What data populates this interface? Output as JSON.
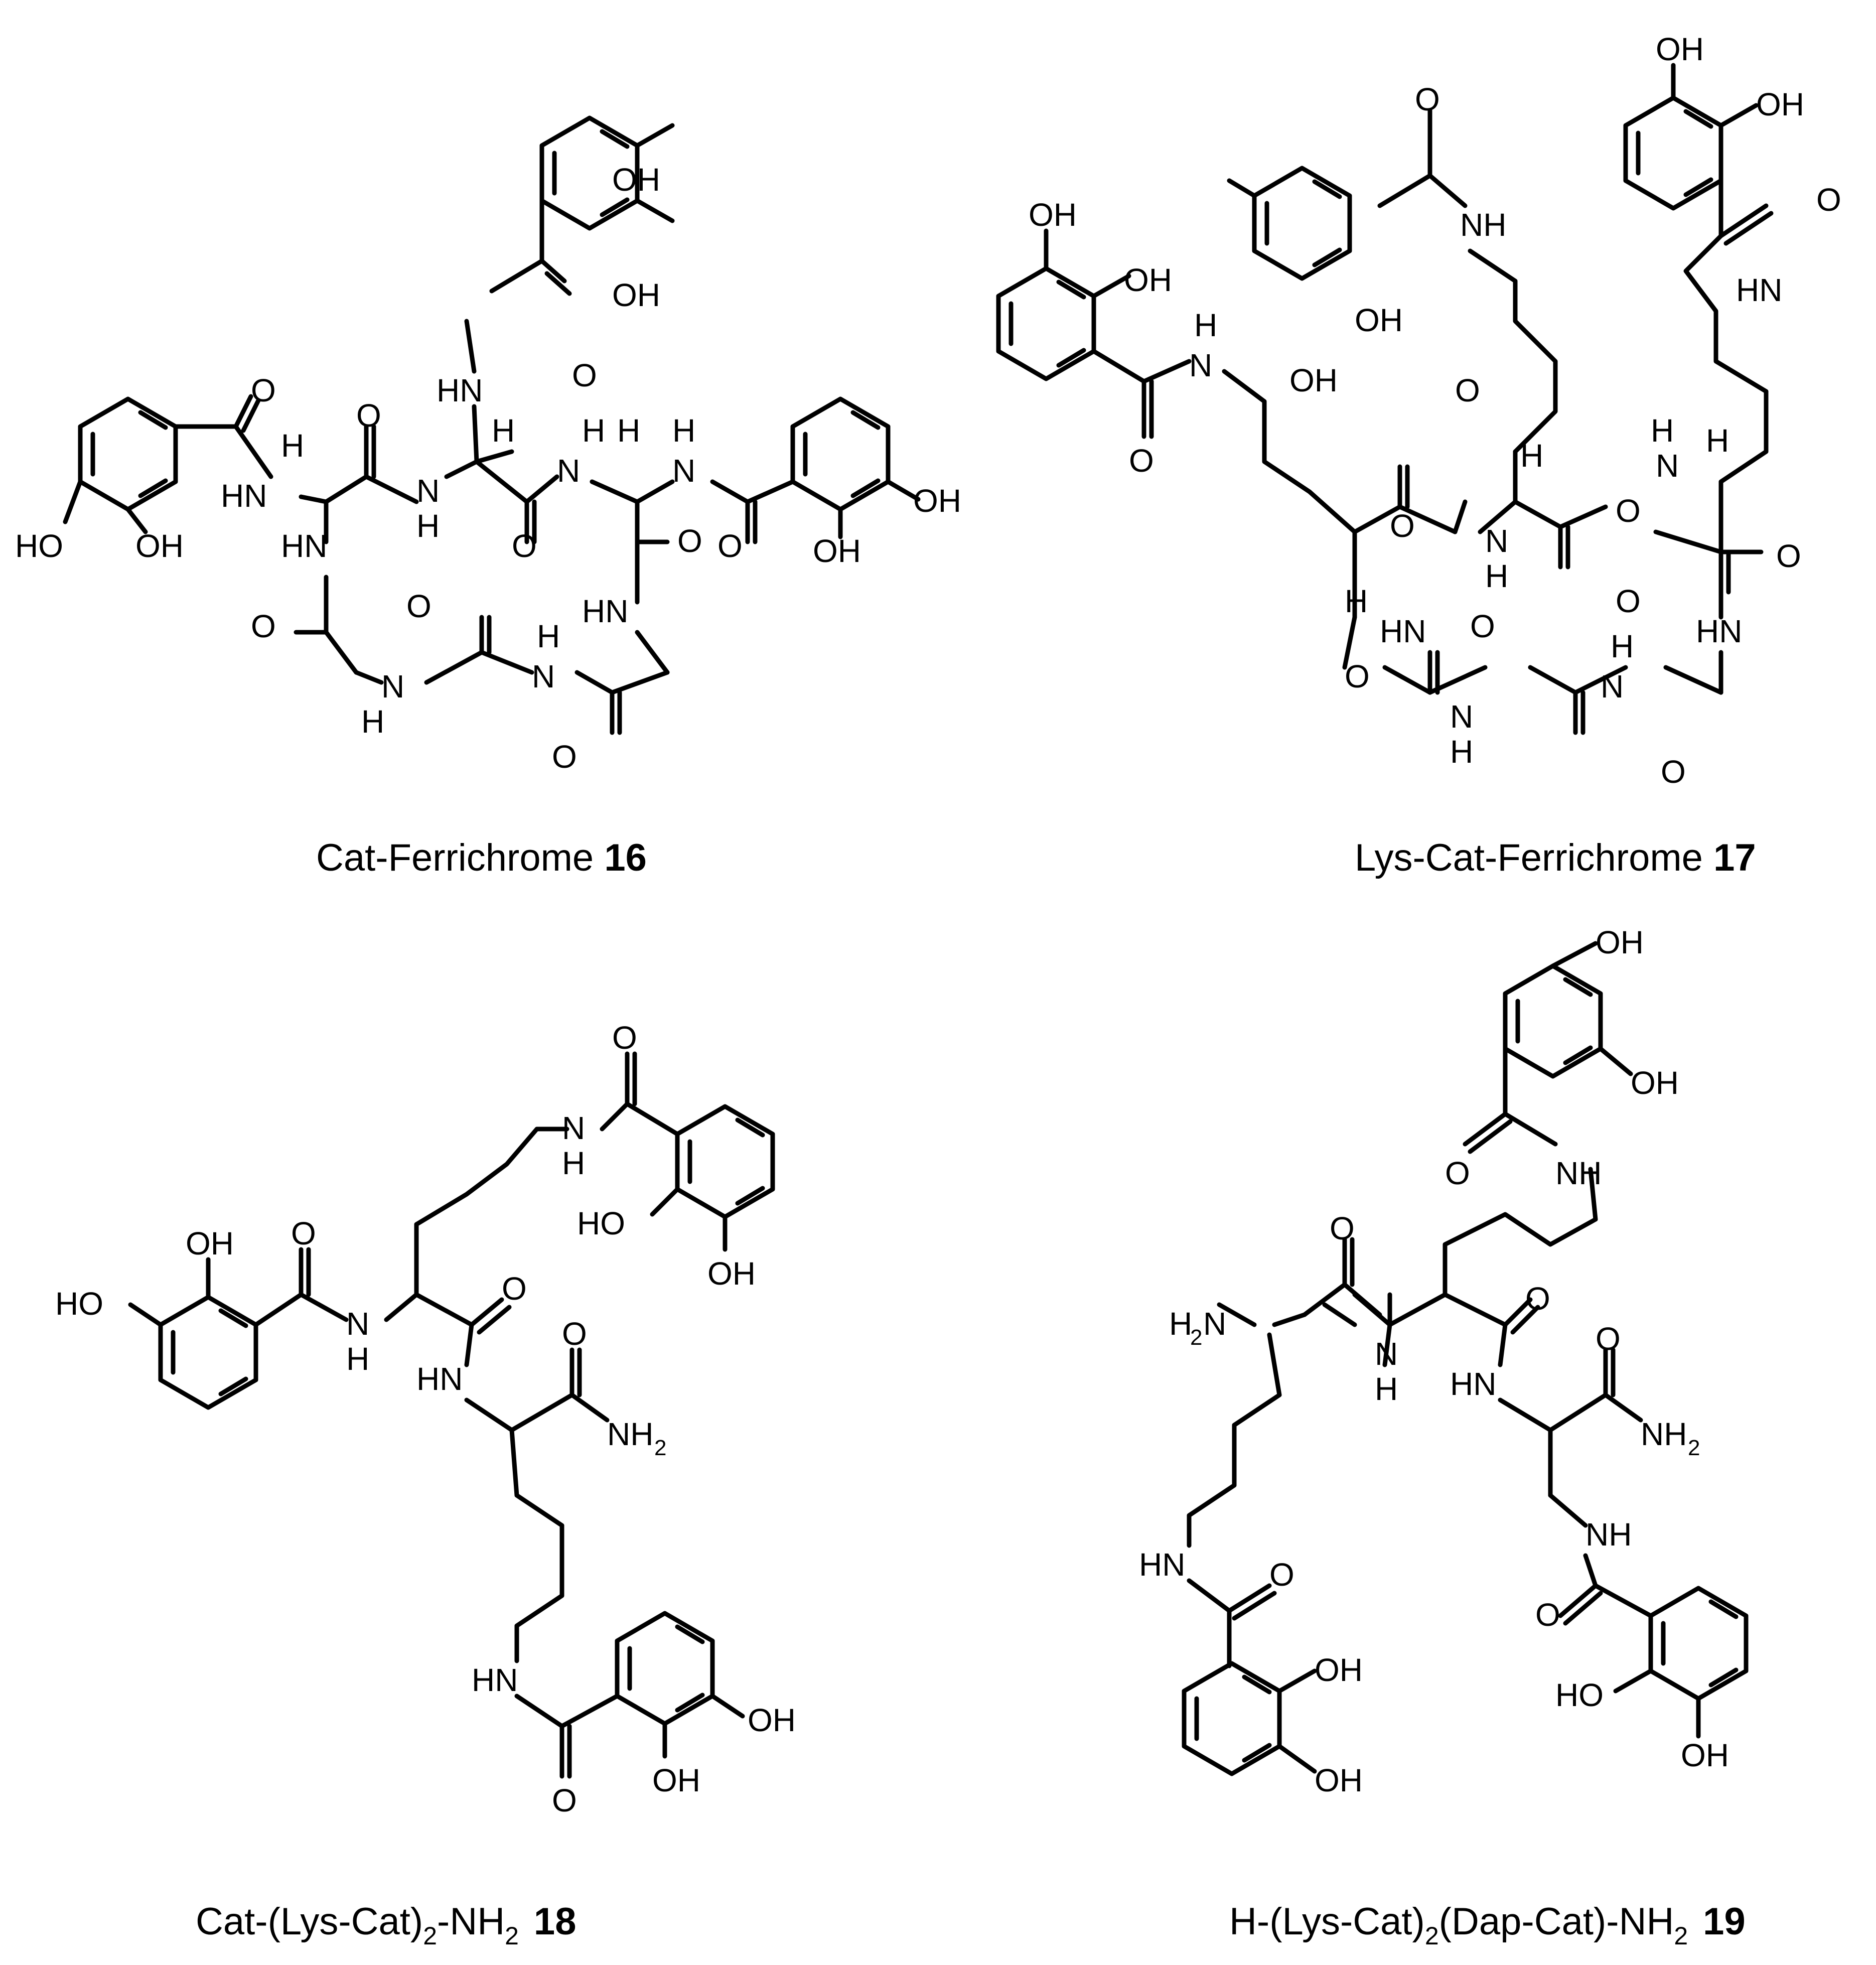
{
  "compounds": [
    {
      "id": "16",
      "name": "Cat-Ferrichrome",
      "number": "16"
    },
    {
      "id": "17",
      "name": "Lys-Cat-Ferrichrome",
      "number": "17"
    },
    {
      "id": "18",
      "name_pre": "Cat-(Lys-Cat)",
      "sub1": "2",
      "name_mid": "-NH",
      "sub2": "2",
      "number": "18"
    },
    {
      "id": "19",
      "name_pre": "H-(Lys-Cat)",
      "sub1": "2",
      "name_mid": "(Dap-Cat)-NH",
      "sub2": "2",
      "number": "19"
    }
  ],
  "atom_labels": {
    "OH": "OH",
    "HO": "HO",
    "O": "O",
    "NH": "NH",
    "HN": "HN",
    "N": "N",
    "H": "H",
    "NH2": "NH",
    "H2N": "H",
    "two": "2"
  },
  "colors": {
    "ink": "#000000",
    "background": "#ffffff"
  }
}
